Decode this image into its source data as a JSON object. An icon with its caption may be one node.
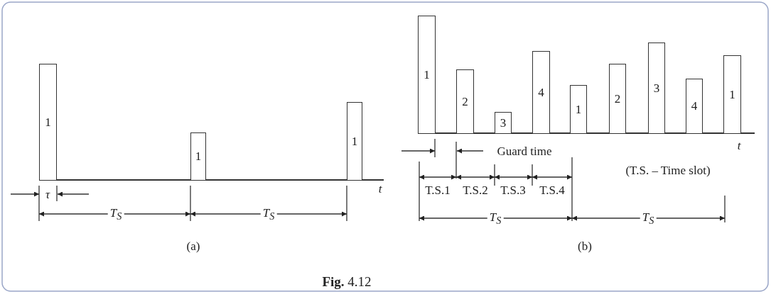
{
  "diagram": {
    "caption": "**Fig.** 4.12",
    "nodes": [
      {
        "text": [
          "1"
        ]
      },
      {
        "text": [
          "1"
        ]
      },
      {
        "text": [
          "1"
        ]
      },
      {
        "text": [
          "1"
        ]
      },
      {
        "text": [
          "2"
        ]
      },
      {
        "text": [
          "3"
        ]
      },
      {
        "text": [
          "4"
        ]
      },
      {
        "text": [
          "1"
        ]
      },
      {
        "text": [
          "2"
        ]
      },
      {
        "text": [
          "3"
        ]
      },
      {
        "text": [
          "4"
        ]
      },
      {
        "text": [
          "1"
        ]
      }
    ],
    "edges": [],
    "labels": [
      "τ",
      "T$_{S}$",
      "T$_{S}$",
      "t",
      "(a)",
      "t",
      "Guard time",
      "(T.S. – Time slot)",
      "T.S.1",
      "T.S.2",
      "T.S.3",
      "T.S.4",
      "T$_{S}$",
      "T$_{S}$",
      "(b)"
    ]
  }
}
